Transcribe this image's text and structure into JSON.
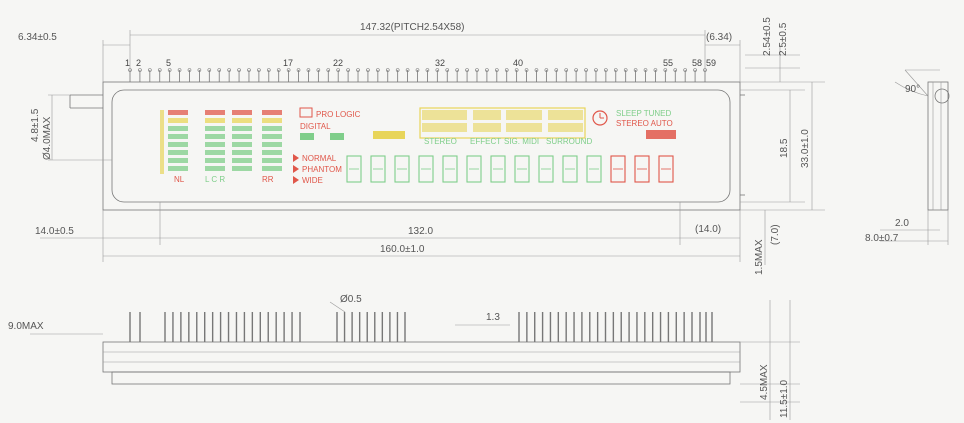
{
  "dimensions": {
    "pin_pitch": "147.32(PITCH2.54X58)",
    "left_offset": "6.34±0.5",
    "right_offset": "(6.34)",
    "top_a": "2.54±0.5",
    "top_b": "2.5±0.5",
    "window_height": "4.8±1.5",
    "window_max": "Ø4.0MAX",
    "left_edge": "14.0±0.5",
    "view_width": "132.0",
    "right_edge": "(14.0)",
    "overall_width": "160.0±1.0",
    "inner_height": "18.5",
    "overall_height": "33.0±1.0",
    "bottom_max": "1.5MAX",
    "bottom_gap": "(7.0)",
    "side_a": "2.0",
    "side_b": "8.0±0.7",
    "pin_dia": "Ø0.5",
    "pin_thick": "1.3",
    "height_max": "9.0MAX",
    "side_max": "4.5MAX",
    "side_total": "11.5±1.0",
    "tilt": "90°"
  },
  "pin_numbers": [
    "1",
    "2",
    "5",
    "17",
    "22",
    "32",
    "40",
    "55",
    "58",
    "59"
  ],
  "display": {
    "logo_line1": "PRO LOGIC",
    "logo_line2": "DIGITAL",
    "level_labels": [
      "NL",
      "L  C  R",
      "RR"
    ],
    "indicators": [
      "NORMAL",
      "PHANTOM",
      "WIDE"
    ],
    "mode_labels": [
      "STEREO",
      "EFFECT",
      "SIG. MIDI",
      "SURROUND"
    ],
    "status_line1": "SLEEP  TUNED",
    "status_line2": "STEREO  AUTO"
  },
  "colors": {
    "green": "#7fce8a",
    "yellow": "#e8d55a",
    "red": "#e0574a",
    "line": "#777777"
  }
}
